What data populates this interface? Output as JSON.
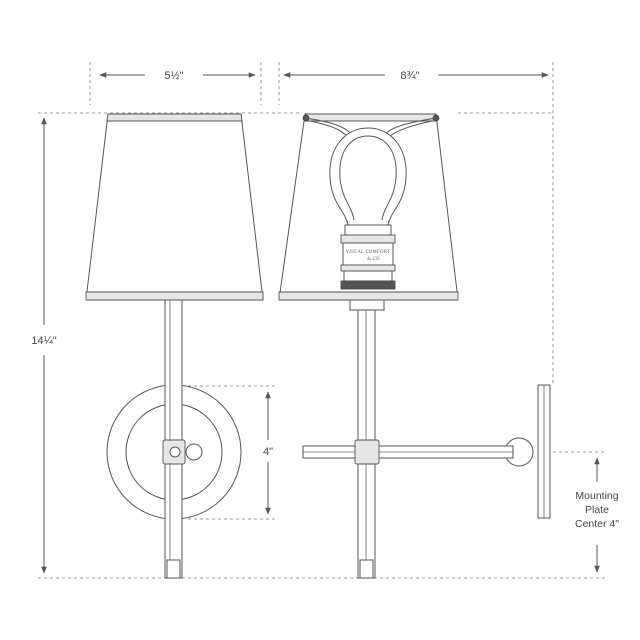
{
  "dimensions": {
    "shade_width": "5½\"",
    "depth": "8¾\"",
    "height": "14¼\"",
    "plate_height": "4\""
  },
  "notes": {
    "mounting_line1": "Mounting",
    "mounting_line2": "Plate",
    "mounting_line3": "Center 4\""
  },
  "socket_brand": {
    "line1": "VISUAL COMFORT",
    "line2": "& CO."
  }
}
